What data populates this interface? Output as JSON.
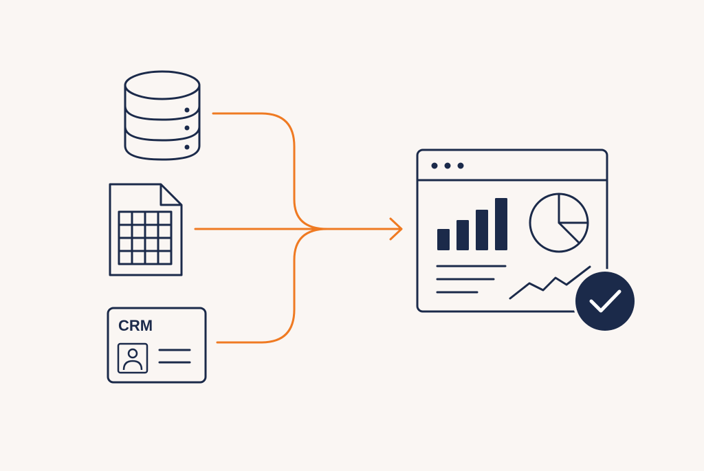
{
  "colors": {
    "background": "#faf6f3",
    "outline": "#1b2a4a",
    "connector": "#ef7a22",
    "badge": "#1b2a4a",
    "badge_check": "#ffffff"
  },
  "sources": [
    {
      "id": "database",
      "icon": "database-icon"
    },
    {
      "id": "spreadsheet",
      "icon": "spreadsheet-icon"
    },
    {
      "id": "crm",
      "icon": "crm-card-icon",
      "label": "CRM"
    }
  ],
  "target": {
    "icon": "dashboard-window-icon",
    "contents": [
      "bar-chart-icon",
      "pie-chart-icon",
      "text-lines",
      "trend-line-icon"
    ],
    "badge": "checkmark-badge-icon"
  }
}
